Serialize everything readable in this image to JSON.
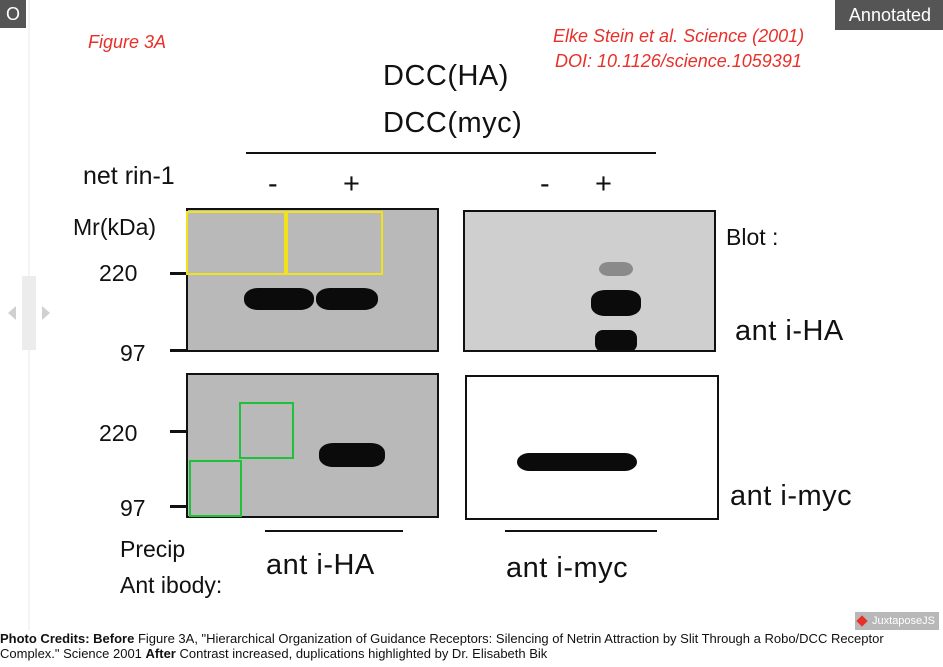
{
  "labels": {
    "before": "O",
    "after": "Annotated"
  },
  "figure": {
    "figure_label": "Figure 3A",
    "citation_line1": "Elke Stein et al. Science (2001)",
    "citation_line2": "DOI: 10.1126/science.1059391",
    "construct1": "DCC(HA)",
    "construct2": "DCC(myc)",
    "netrin_label": "net rin-1",
    "minus": "-",
    "plus": "+",
    "mr_label": "Mr(kDa)",
    "mw_220": "220",
    "mw_97": "97",
    "blot_label": "Blot :",
    "anti_ha": "ant i-HA",
    "anti_myc": "ant i-myc",
    "precip_label": "Precip",
    "antibody_label": "Ant ibody:",
    "precip_anti_ha": "ant i-HA",
    "precip_anti_myc": "ant i-myc"
  },
  "annotation_colors": {
    "yellow": "#f2e21a",
    "green": "#1ec23a",
    "red_text": "#e8302a"
  },
  "juxtapose_badge": "JuxtaposeJS",
  "caption": {
    "before_label": "Photo Credits: Before",
    "before_text": " Figure 3A, \"Hierarchical Organization of Guidance Receptors: Silencing of Netrin Attraction by Slit Through a Robo/DCC Receptor Complex.\" Science 2001 ",
    "after_label": "After",
    "after_text": " Contrast increased, duplications highlighted by Dr. Elisabeth Bik"
  }
}
